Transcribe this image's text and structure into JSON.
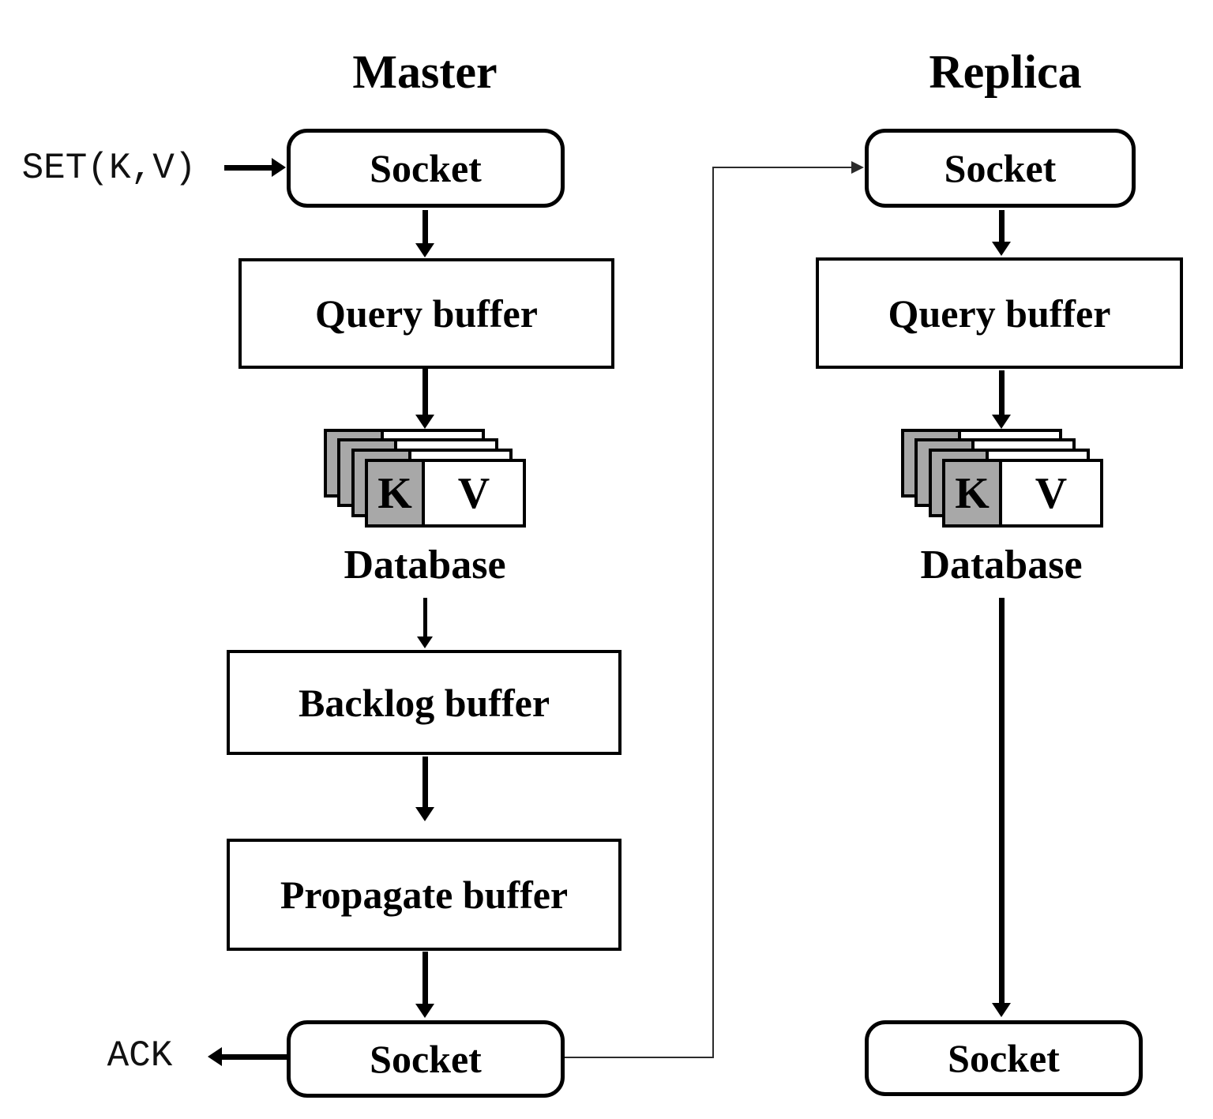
{
  "colors": {
    "background": "#ffffff",
    "stroke": "#000000",
    "key_cell_fill": "#a8a8a8",
    "connector_line": "#2b2b2b"
  },
  "master": {
    "title": "Master",
    "external_input": "SET(K,V)",
    "external_output": "ACK",
    "nodes": {
      "socket_in": "Socket",
      "query_buffer": "Query buffer",
      "database": "Database",
      "key": "K",
      "value": "V",
      "backlog_buffer": "Backlog buffer",
      "propagate_buffer": "Propagate buffer",
      "socket_out": "Socket"
    }
  },
  "replica": {
    "title": "Replica",
    "nodes": {
      "socket_in": "Socket",
      "query_buffer": "Query buffer",
      "database": "Database",
      "key": "K",
      "value": "V",
      "socket_out": "Socket"
    }
  }
}
